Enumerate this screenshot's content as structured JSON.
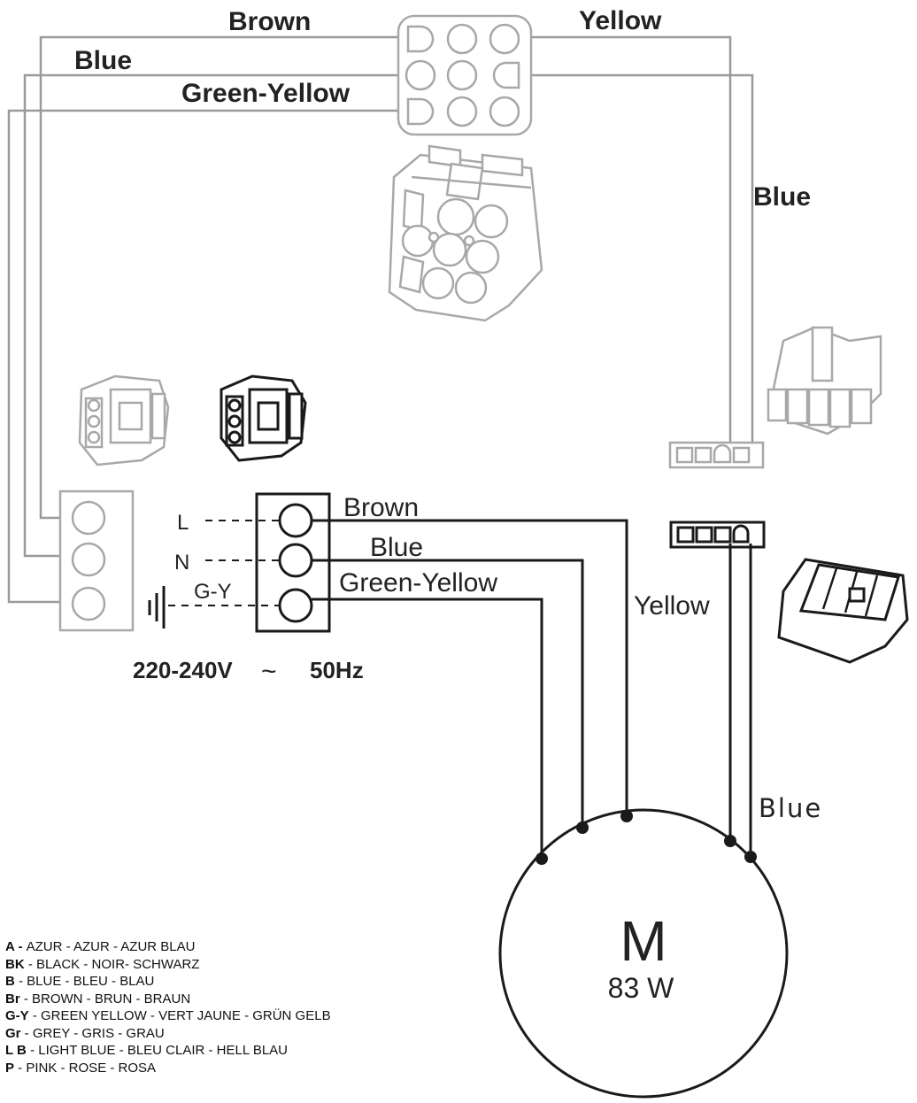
{
  "top_wires": {
    "brown": "Brown",
    "blue": "Blue",
    "green_yellow": "Green-Yellow",
    "yellow": "Yellow",
    "blue_right": "Blue"
  },
  "terminal": {
    "l": "L",
    "n": "N",
    "gy": "G-Y",
    "voltage": "220-240V",
    "tilde": "~",
    "frequency": "50Hz"
  },
  "motor_wires": {
    "brown": "Brown",
    "blue": "Blue",
    "green_yellow": "Green-Yellow",
    "yellow": "Yellow"
  },
  "motor": {
    "symbol": "M",
    "power": "83 W"
  },
  "legend": [
    {
      "code": "A - ",
      "text": "AZUR - AZUR - AZUR BLAU"
    },
    {
      "code": "BK",
      "text": " - BLACK - NOIR- SCHWARZ"
    },
    {
      "code": "B",
      "text": " - BLUE - BLEU - BLAU"
    },
    {
      "code": "Br",
      "text": " - BROWN - BRUN - BRAUN"
    },
    {
      "code": "G-Y",
      "text": " - GREEN YELLOW - VERT JAUNE - GRÜN GELB"
    },
    {
      "code": "Gr",
      "text": " - GREY - GRIS - GRAU"
    },
    {
      "code": "L B",
      "text": " - LIGHT BLUE - BLEU CLAIR - HELL BLAU"
    },
    {
      "code": "P",
      "text": " - PINK - ROSE - ROSA"
    }
  ]
}
